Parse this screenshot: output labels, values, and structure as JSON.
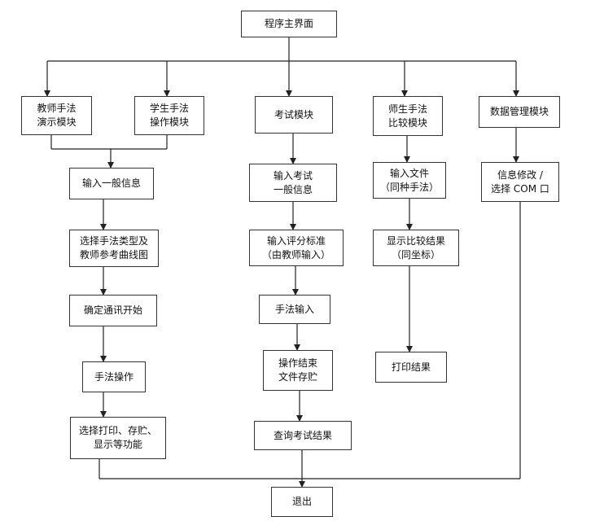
{
  "diagram": {
    "main": "程序主界面",
    "teacher_demo": "教师手法\n演示模块",
    "student_op": "学生手法\n操作模块",
    "exam": "考试模块",
    "compare": "师生手法\n比较模块",
    "data_mgmt": "数据管理模块",
    "input_general": "输入一般信息",
    "select_type": "选择手法类型及\n教师参考曲线图",
    "confirm_comm": "确定通讯开始",
    "technique_op": "手法操作",
    "select_print": "选择打印、存贮、\n显示等功能",
    "exam_input_general": "输入考试\n一般信息",
    "input_criteria": "输入评分标准\n（由教师输入）",
    "technique_input": "手法输入",
    "end_save": "操作结束\n文件存贮",
    "query_results": "查询考试结果",
    "input_file": "输入文件\n（同种手法）",
    "show_compare": "显示比较结果\n（同坐标）",
    "print_results": "打印结果",
    "info_modify": "信息修改 /\n选择 COM 口",
    "exit": "退出"
  }
}
